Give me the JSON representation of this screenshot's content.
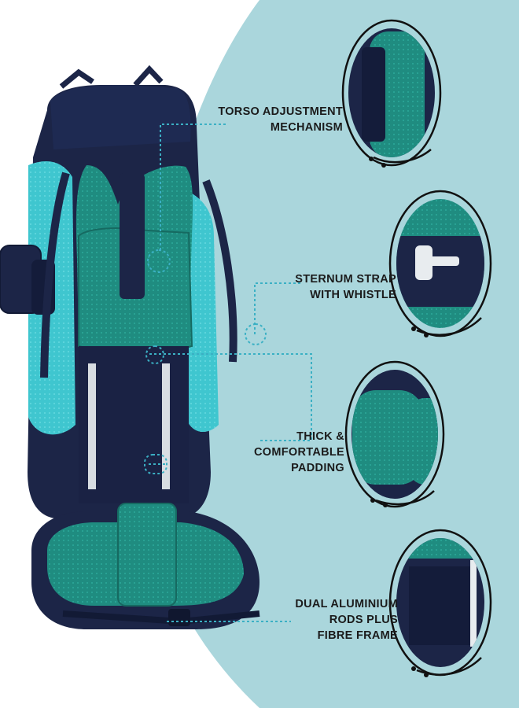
{
  "colors": {
    "background": "#ffffff",
    "panel": "#aad6dc",
    "navy": "#1c2547",
    "teal": "#1f8c80",
    "aqua": "#3fc6cf",
    "callout_line": "#3bb0c4",
    "label_text": "#1b1b1b"
  },
  "features": [
    {
      "lines": [
        "TORSO ADJUSTMENT",
        "MECHANISM"
      ],
      "icon": "torso-adjustment-closeup"
    },
    {
      "lines": [
        "STERNUM STRAP",
        "WITH WHISTLE"
      ],
      "icon": "sternum-buckle-closeup"
    },
    {
      "lines": [
        "THICK &",
        "COMFORTABLE",
        "PADDING"
      ],
      "icon": "padding-closeup"
    },
    {
      "lines": [
        "DUAL ALUMINIUM",
        "RODS PLUS",
        "FIBRE FRAME"
      ],
      "icon": "frame-rods-closeup"
    }
  ]
}
